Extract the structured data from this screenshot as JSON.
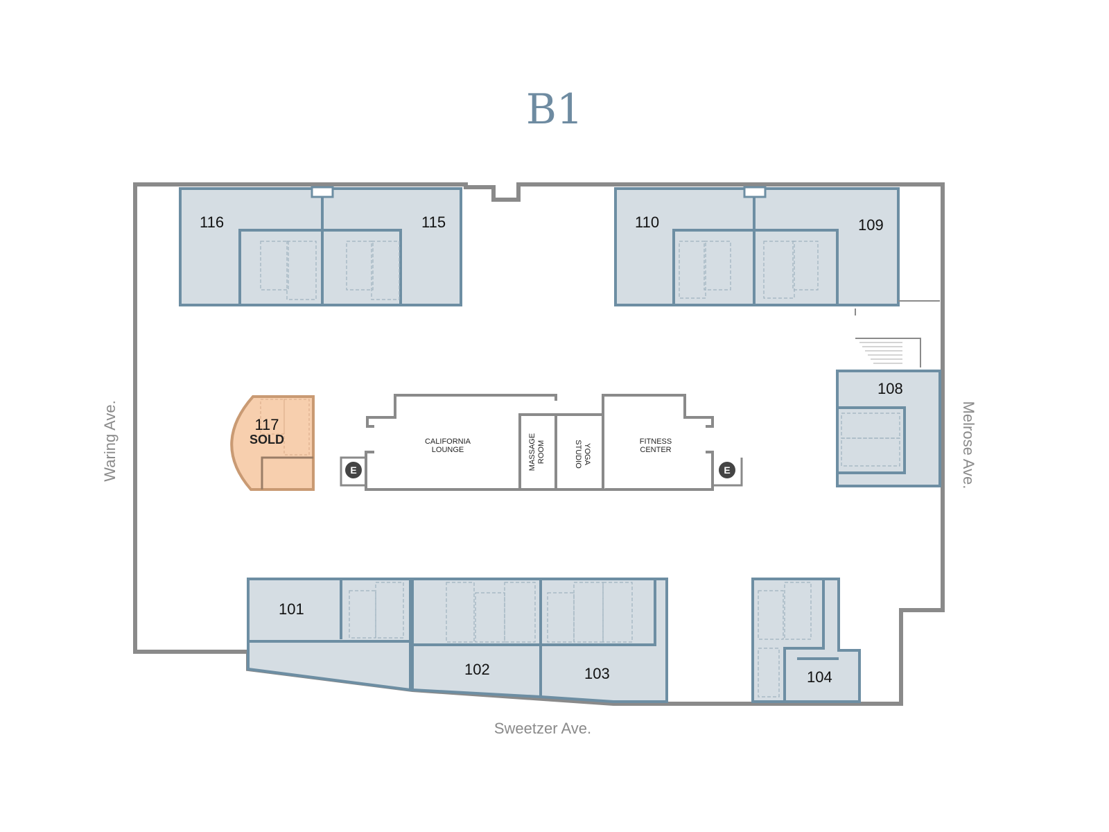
{
  "title": "B1",
  "streets": {
    "west": "Waring Ave.",
    "east": "Melrose Ave.",
    "south": "Sweetzer Ave."
  },
  "units": {
    "u116": "116",
    "u115": "115",
    "u110": "110",
    "u109": "109",
    "u108": "108",
    "u117": "117",
    "u117_status": "SOLD",
    "u101": "101",
    "u102": "102",
    "u103": "103",
    "u104": "104"
  },
  "amenities": {
    "lounge": [
      "CALIFORNIA",
      "LOUNGE"
    ],
    "massage": [
      "MASSAGE",
      "ROOM"
    ],
    "yoga": [
      "YOGA",
      "STUDIO"
    ],
    "fitness": [
      "FITNESS",
      "CENTER"
    ]
  },
  "elevator_label": "E",
  "colors": {
    "unit": "#d5dde3",
    "unit_stroke": "#6d8ea3",
    "sold": "#f7cfae",
    "wall": "#8a8a8a",
    "title": "#6e8ba1"
  }
}
